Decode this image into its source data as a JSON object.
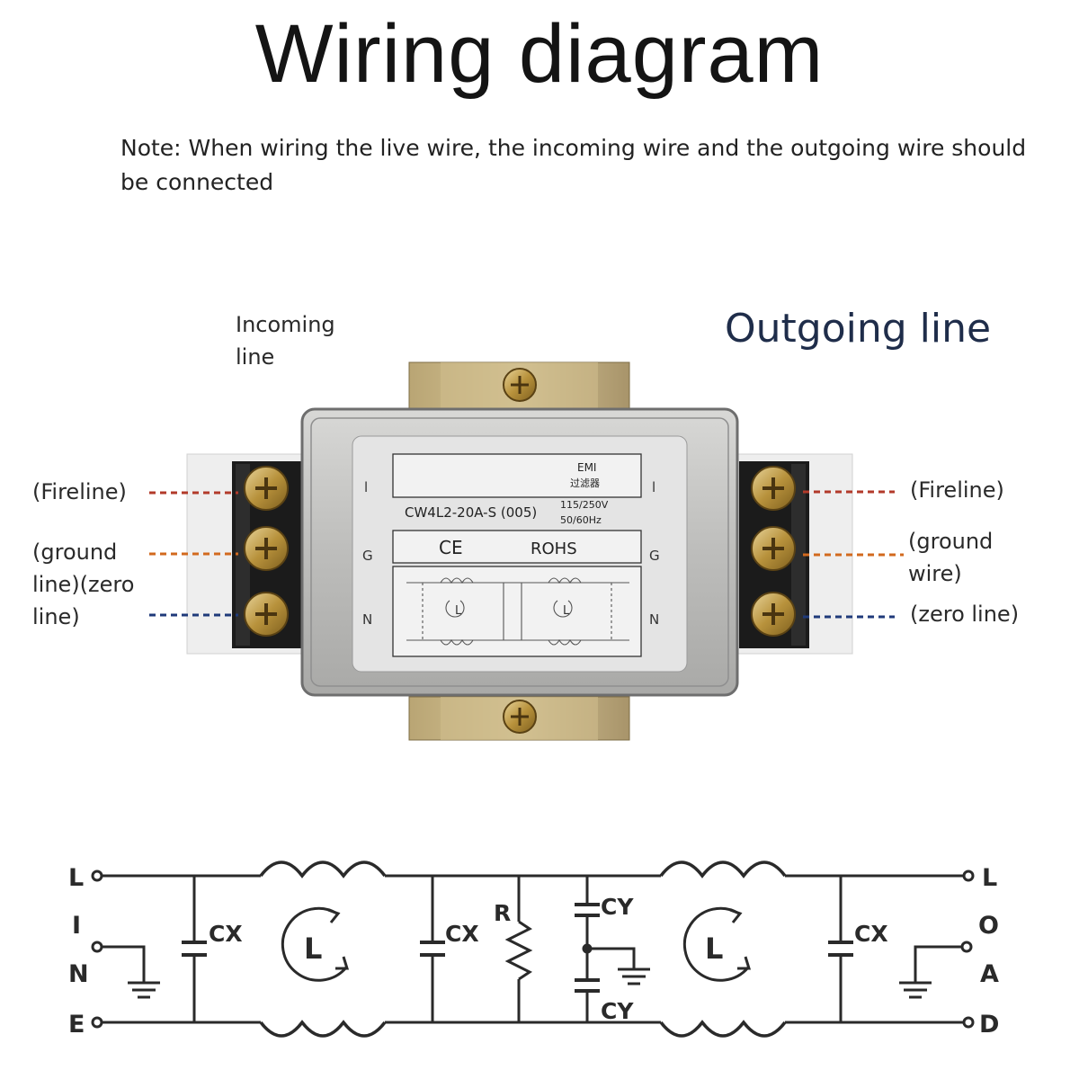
{
  "title": "Wiring diagram",
  "note": "Note: When wiring the live wire, the incoming wire and the outgoing wire should be connected",
  "labels": {
    "incoming": "Incoming line",
    "outgoing": "Outgoing line",
    "left_fire": "(Fireline)",
    "left_ground": "(ground line)(zero line)",
    "right_fire": "(Fireline)",
    "right_ground": "(ground wire)",
    "right_zero": "(zero line)"
  },
  "device": {
    "model": "CW4L2-20A-S (005)",
    "emi": "EMI",
    "cn_label": "过滤器",
    "voltage": "115/250V",
    "frequency": "50/60Hz",
    "ce": "CE",
    "rohs": "ROHS",
    "terminals_left": [
      "l",
      "G",
      "N"
    ],
    "terminals_right": [
      "l",
      "G",
      "N"
    ],
    "mini_coil_label": "L"
  },
  "wire_colors": {
    "fire": "#b23a2a",
    "ground": "#d2691e",
    "zero": "#1f3a7a"
  },
  "schematic": {
    "left_letters": [
      "L",
      "I",
      "N",
      "E"
    ],
    "right_letters": [
      "L",
      "O",
      "A",
      "D"
    ],
    "cx": "CX",
    "cy": "CY",
    "r": "R",
    "coil": "L"
  }
}
